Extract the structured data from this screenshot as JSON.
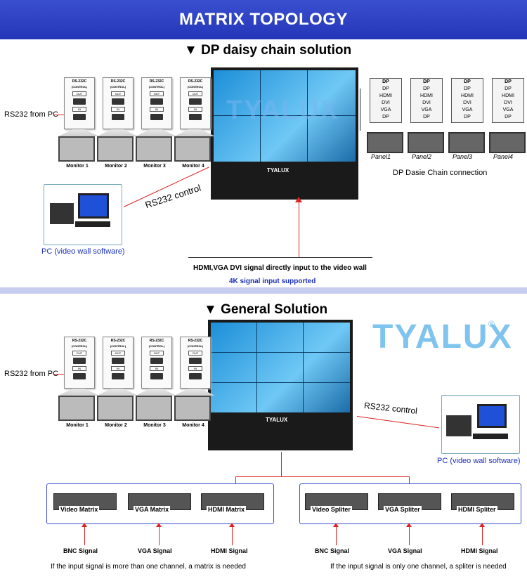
{
  "header": {
    "title": "MATRIX TOPOLOGY"
  },
  "section1": {
    "title": "▼  DP daisy chain solution",
    "rs232_from_pc": "RS232 from PC",
    "rs232_control": "RS232 control",
    "pc_label": "PC (video wall software)",
    "monitors": [
      "Monitor 1",
      "Monitor 2",
      "Monitor 3",
      "Monitor 4"
    ],
    "dp_panels": [
      "Panel1",
      "Panel2",
      "Panel3",
      "Panel4"
    ],
    "dp_chain_caption": "DP Dasie Chain connection",
    "signal_caption": "HDMI,VGA DVI signal directly input to the video wall",
    "k4_caption": "4K signal input supported",
    "wall_brand": "TYALUX",
    "watermark": "TYALUX"
  },
  "section2": {
    "title": "▼  General Solution",
    "rs232_from_pc": "RS232 from PC",
    "rs232_control": "RS232 control",
    "pc_label": "PC (video wall software)",
    "monitors": [
      "Monitor 1",
      "Monitor 2",
      "Monitor 3",
      "Monitor 4"
    ],
    "wall_brand": "TYALUX",
    "logo": "TYALUX",
    "matrix_devices": [
      "Video Matrix",
      "VGA Matrix",
      "HDMI Matrix"
    ],
    "spliter_devices": [
      "Video Spliter",
      "VGA  Spliter",
      "HDMI  Spliter"
    ],
    "matrix_signals": [
      "BNC Signal",
      "VGA Signal",
      "HDMI Signal"
    ],
    "spliter_signals": [
      "BNC Signal",
      "VGA Signal",
      "HDMI Signal"
    ],
    "matrix_note": "If the input signal is more than one channel, a matrix is needed",
    "spliter_note": "If the input signal is only one channel, a spliter is needed"
  },
  "rs232_box": {
    "title": "RS-232C",
    "sub": "(CONTROL)",
    "out": "OUT",
    "in": "IN"
  },
  "dp_box": {
    "title": "DP",
    "dp": "DP",
    "hdmi": "HDMI",
    "dvi": "DVI",
    "vga": "VGA"
  },
  "colors": {
    "banner": "#2f42c6",
    "accent_red": "#dd2222",
    "link_blue": "#1a2fb8",
    "divider": "#c8ccf0"
  }
}
